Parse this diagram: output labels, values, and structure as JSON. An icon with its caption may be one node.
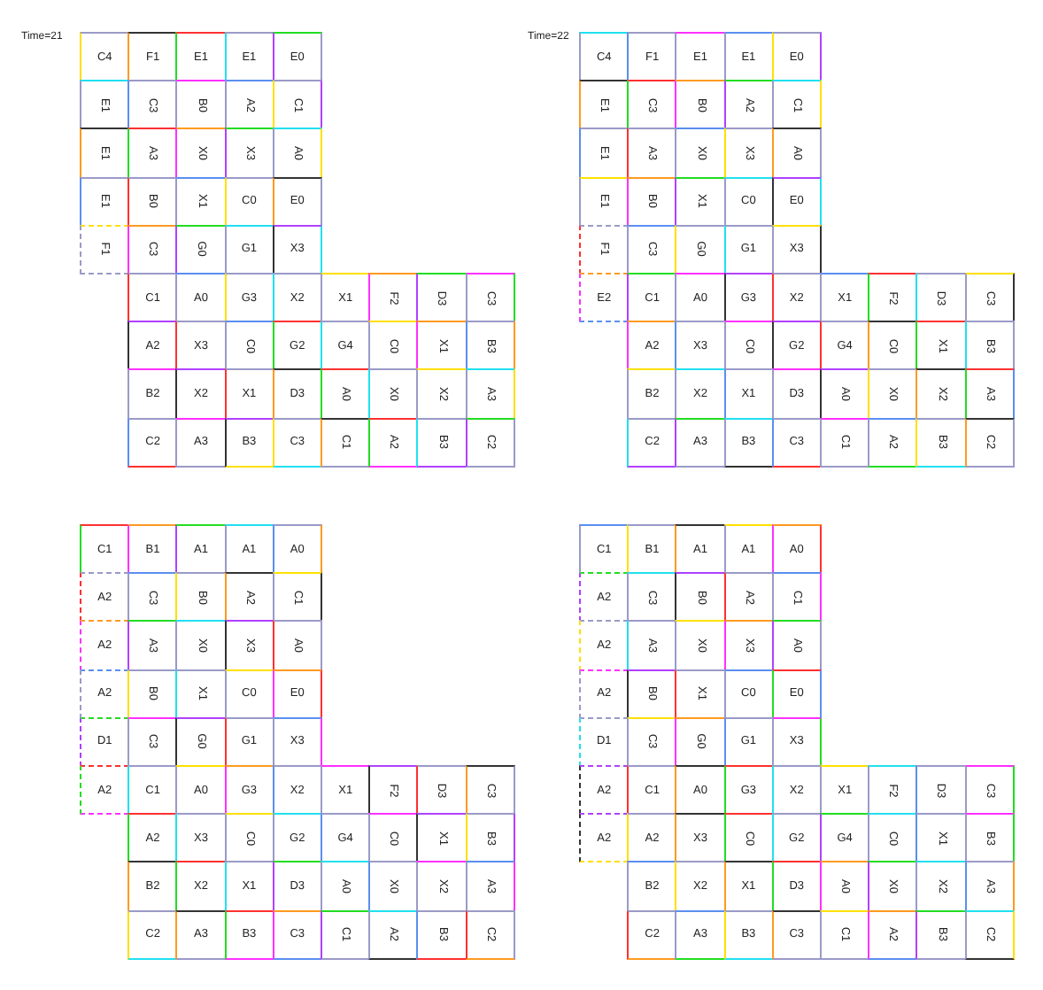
{
  "diagram": {
    "nodes": [
      {
        "text": [
          "C4"
        ]
      },
      {
        "text": [
          "F1"
        ]
      },
      {
        "text": [
          "E1"
        ]
      },
      {
        "text": [
          "E1"
        ]
      },
      {
        "text": [
          "E0"
        ]
      },
      {
        "text": [
          "E1"
        ]
      },
      {
        "text": [
          "C3"
        ]
      },
      {
        "text": [
          "B0"
        ]
      },
      {
        "text": [
          "A2"
        ]
      },
      {
        "text": [
          "C1"
        ]
      },
      {
        "text": [
          "E1"
        ]
      },
      {
        "text": [
          "A3"
        ]
      },
      {
        "text": [
          "X0"
        ]
      },
      {
        "text": [
          "X3"
        ]
      },
      {
        "text": [
          "A0"
        ]
      },
      {
        "text": [
          "E1"
        ]
      },
      {
        "text": [
          "B0"
        ]
      },
      {
        "text": [
          "X1"
        ]
      },
      {
        "text": [
          "C0"
        ]
      },
      {
        "text": [
          "E0"
        ]
      },
      {
        "text": [
          "F1"
        ]
      },
      {
        "text": [
          "C3"
        ]
      },
      {
        "text": [
          "G0"
        ]
      },
      {
        "text": [
          "G1"
        ]
      },
      {
        "text": [
          "X3"
        ]
      },
      {
        "text": [
          "C1"
        ]
      },
      {
        "text": [
          "A0"
        ]
      },
      {
        "text": [
          "G3"
        ]
      },
      {
        "text": [
          "X2"
        ]
      },
      {
        "text": [
          "X1"
        ]
      },
      {
        "text": [
          "F2"
        ]
      },
      {
        "text": [
          "D3"
        ]
      },
      {
        "text": [
          "C3"
        ]
      },
      {
        "text": [
          "A2"
        ]
      },
      {
        "text": [
          "X3"
        ]
      },
      {
        "text": [
          "C0"
        ]
      },
      {
        "text": [
          "G2"
        ]
      },
      {
        "text": [
          "G4"
        ]
      },
      {
        "text": [
          "C0"
        ]
      },
      {
        "text": [
          "X1"
        ]
      },
      {
        "text": [
          "B3"
        ]
      },
      {
        "text": [
          "B2"
        ]
      },
      {
        "text": [
          "X2"
        ]
      },
      {
        "text": [
          "X1"
        ]
      },
      {
        "text": [
          "D3"
        ]
      },
      {
        "text": [
          "A0"
        ]
      },
      {
        "text": [
          "X0"
        ]
      },
      {
        "text": [
          "X2"
        ]
      },
      {
        "text": [
          "A3"
        ]
      },
      {
        "text": [
          "C2"
        ]
      },
      {
        "text": [
          "A3"
        ]
      },
      {
        "text": [
          "B3"
        ]
      },
      {
        "text": [
          "C3"
        ]
      },
      {
        "text": [
          "C1"
        ]
      },
      {
        "text": [
          "A2"
        ]
      },
      {
        "text": [
          "B3"
        ]
      },
      {
        "text": [
          "C2"
        ]
      },
      {
        "text": [
          "C4"
        ]
      },
      {
        "text": [
          "F1"
        ]
      },
      {
        "text": [
          "E1"
        ]
      },
      {
        "text": [
          "E1"
        ]
      },
      {
        "text": [
          "E0"
        ]
      },
      {
        "text": [
          "E1"
        ]
      },
      {
        "text": [
          "C3"
        ]
      },
      {
        "text": [
          "B0"
        ]
      },
      {
        "text": [
          "A2"
        ]
      },
      {
        "text": [
          "C1"
        ]
      },
      {
        "text": [
          "E1"
        ]
      },
      {
        "text": [
          "A3"
        ]
      },
      {
        "text": [
          "X0"
        ]
      },
      {
        "text": [
          "X3"
        ]
      },
      {
        "text": [
          "A0"
        ]
      },
      {
        "text": [
          "E1"
        ]
      },
      {
        "text": [
          "B0"
        ]
      },
      {
        "text": [
          "X1"
        ]
      },
      {
        "text": [
          "C0"
        ]
      },
      {
        "text": [
          "E0"
        ]
      },
      {
        "text": [
          "F1"
        ]
      },
      {
        "text": [
          "C3"
        ]
      },
      {
        "text": [
          "G0"
        ]
      },
      {
        "text": [
          "G1"
        ]
      },
      {
        "text": [
          "X3"
        ]
      },
      {
        "text": [
          "E2"
        ]
      },
      {
        "text": [
          "C1"
        ]
      },
      {
        "text": [
          "A0"
        ]
      },
      {
        "text": [
          "G3"
        ]
      },
      {
        "text": [
          "X2"
        ]
      },
      {
        "text": [
          "X1"
        ]
      },
      {
        "text": [
          "F2"
        ]
      },
      {
        "text": [
          "D3"
        ]
      },
      {
        "text": [
          "C3"
        ]
      },
      {
        "text": [
          "A2"
        ]
      },
      {
        "text": [
          "X3"
        ]
      },
      {
        "text": [
          "C0"
        ]
      },
      {
        "text": [
          "G2"
        ]
      },
      {
        "text": [
          "G4"
        ]
      },
      {
        "text": [
          "C0"
        ]
      },
      {
        "text": [
          "X1"
        ]
      },
      {
        "text": [
          "B3"
        ]
      },
      {
        "text": [
          "B2"
        ]
      },
      {
        "text": [
          "X2"
        ]
      },
      {
        "text": [
          "X1"
        ]
      },
      {
        "text": [
          "D3"
        ]
      },
      {
        "text": [
          "A0"
        ]
      },
      {
        "text": [
          "X0"
        ]
      },
      {
        "text": [
          "X2"
        ]
      },
      {
        "text": [
          "A3"
        ]
      },
      {
        "text": [
          "C2"
        ]
      },
      {
        "text": [
          "A3"
        ]
      },
      {
        "text": [
          "B3"
        ]
      },
      {
        "text": [
          "C3"
        ]
      },
      {
        "text": [
          "C1"
        ]
      },
      {
        "text": [
          "A2"
        ]
      },
      {
        "text": [
          "B3"
        ]
      },
      {
        "text": [
          "C2"
        ]
      },
      {
        "text": [
          "C1"
        ]
      },
      {
        "text": [
          "B1"
        ]
      },
      {
        "text": [
          "A1"
        ]
      },
      {
        "text": [
          "A1"
        ]
      },
      {
        "text": [
          "A0"
        ]
      },
      {
        "text": [
          "A2"
        ]
      },
      {
        "text": [
          "C3"
        ]
      },
      {
        "text": [
          "B0"
        ]
      },
      {
        "text": [
          "A2"
        ]
      },
      {
        "text": [
          "C1"
        ]
      },
      {
        "text": [
          "A2"
        ]
      },
      {
        "text": [
          "A3"
        ]
      },
      {
        "text": [
          "X0"
        ]
      },
      {
        "text": [
          "X3"
        ]
      },
      {
        "text": [
          "A0"
        ]
      },
      {
        "text": [
          "A2"
        ]
      },
      {
        "text": [
          "B0"
        ]
      },
      {
        "text": [
          "X1"
        ]
      },
      {
        "text": [
          "C0"
        ]
      },
      {
        "text": [
          "E0"
        ]
      },
      {
        "text": [
          "D1"
        ]
      },
      {
        "text": [
          "C3"
        ]
      },
      {
        "text": [
          "G0"
        ]
      },
      {
        "text": [
          "G1"
        ]
      },
      {
        "text": [
          "X3"
        ]
      },
      {
        "text": [
          "A2"
        ]
      },
      {
        "text": [
          "C1"
        ]
      },
      {
        "text": [
          "A0"
        ]
      },
      {
        "text": [
          "G3"
        ]
      },
      {
        "text": [
          "X2"
        ]
      },
      {
        "text": [
          "X1"
        ]
      },
      {
        "text": [
          "F2"
        ]
      },
      {
        "text": [
          "D3"
        ]
      },
      {
        "text": [
          "C3"
        ]
      },
      {
        "text": [
          "A2"
        ]
      },
      {
        "text": [
          "X3"
        ]
      },
      {
        "text": [
          "C0"
        ]
      },
      {
        "text": [
          "G2"
        ]
      },
      {
        "text": [
          "G4"
        ]
      },
      {
        "text": [
          "C0"
        ]
      },
      {
        "text": [
          "X1"
        ]
      },
      {
        "text": [
          "B3"
        ]
      },
      {
        "text": [
          "B2"
        ]
      },
      {
        "text": [
          "X2"
        ]
      },
      {
        "text": [
          "X1"
        ]
      },
      {
        "text": [
          "D3"
        ]
      },
      {
        "text": [
          "A0"
        ]
      },
      {
        "text": [
          "X0"
        ]
      },
      {
        "text": [
          "X2"
        ]
      },
      {
        "text": [
          "A3"
        ]
      },
      {
        "text": [
          "C2"
        ]
      },
      {
        "text": [
          "A3"
        ]
      },
      {
        "text": [
          "B3"
        ]
      },
      {
        "text": [
          "C3"
        ]
      },
      {
        "text": [
          "C1"
        ]
      },
      {
        "text": [
          "A2"
        ]
      },
      {
        "text": [
          "B3"
        ]
      },
      {
        "text": [
          "C2"
        ]
      },
      {
        "text": [
          "C1"
        ]
      },
      {
        "text": [
          "B1"
        ]
      },
      {
        "text": [
          "A1"
        ]
      },
      {
        "text": [
          "A1"
        ]
      },
      {
        "text": [
          "A0"
        ]
      },
      {
        "text": [
          "A2"
        ]
      },
      {
        "text": [
          "C3"
        ]
      },
      {
        "text": [
          "B0"
        ]
      },
      {
        "text": [
          "A2"
        ]
      },
      {
        "text": [
          "C1"
        ]
      },
      {
        "text": [
          "A2"
        ]
      },
      {
        "text": [
          "A3"
        ]
      },
      {
        "text": [
          "X0"
        ]
      },
      {
        "text": [
          "X3"
        ]
      },
      {
        "text": [
          "A0"
        ]
      },
      {
        "text": [
          "A2"
        ]
      },
      {
        "text": [
          "B0"
        ]
      },
      {
        "text": [
          "X1"
        ]
      },
      {
        "text": [
          "C0"
        ]
      },
      {
        "text": [
          "E0"
        ]
      },
      {
        "text": [
          "D1"
        ]
      },
      {
        "text": [
          "C3"
        ]
      },
      {
        "text": [
          "G0"
        ]
      },
      {
        "text": [
          "G1"
        ]
      },
      {
        "text": [
          "X3"
        ]
      },
      {
        "text": [
          "A2"
        ]
      },
      {
        "text": [
          "C1"
        ]
      },
      {
        "text": [
          "A0"
        ]
      },
      {
        "text": [
          "G3"
        ]
      },
      {
        "text": [
          "X2"
        ]
      },
      {
        "text": [
          "X1"
        ]
      },
      {
        "text": [
          "F2"
        ]
      },
      {
        "text": [
          "D3"
        ]
      },
      {
        "text": [
          "C3"
        ]
      },
      {
        "text": [
          "A2"
        ]
      },
      {
        "text": [
          "A2"
        ]
      },
      {
        "text": [
          "X3"
        ]
      },
      {
        "text": [
          "C0"
        ]
      },
      {
        "text": [
          "G2"
        ]
      },
      {
        "text": [
          "G4"
        ]
      },
      {
        "text": [
          "C0"
        ]
      },
      {
        "text": [
          "X1"
        ]
      },
      {
        "text": [
          "B3"
        ]
      },
      {
        "text": [
          "B2"
        ]
      },
      {
        "text": [
          "X2"
        ]
      },
      {
        "text": [
          "X1"
        ]
      },
      {
        "text": [
          "D3"
        ]
      },
      {
        "text": [
          "A0"
        ]
      },
      {
        "text": [
          "X0"
        ]
      },
      {
        "text": [
          "X2"
        ]
      },
      {
        "text": [
          "A3"
        ]
      },
      {
        "text": [
          "C2"
        ]
      },
      {
        "text": [
          "A3"
        ]
      },
      {
        "text": [
          "B3"
        ]
      },
      {
        "text": [
          "C3"
        ]
      },
      {
        "text": [
          "C1"
        ]
      },
      {
        "text": [
          "A2"
        ]
      },
      {
        "text": [
          "B3"
        ]
      },
      {
        "text": [
          "C2"
        ]
      }
    ],
    "labels": [
      "Time=21",
      "Time=22"
    ]
  }
}
